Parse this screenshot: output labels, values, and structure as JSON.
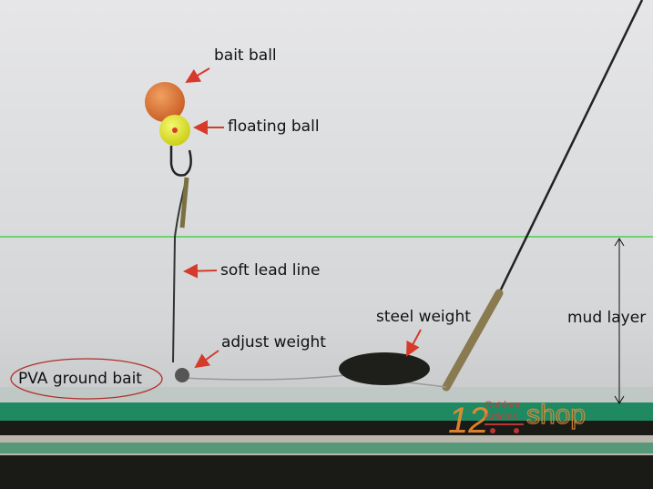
{
  "labels": {
    "bait_ball": "bait ball",
    "floating_ball": "floating ball",
    "soft_lead_line": "soft lead line",
    "adjust_weight": "adjust weight",
    "pva_ground_bait": "PVA ground bait",
    "steel_weight": "steel weight",
    "mud_layer": "mud layer"
  },
  "watermark": {
    "number": "12",
    "line1": "Outdoor",
    "line2": "Articles",
    "word": "shop"
  },
  "colors": {
    "arrow": "#d63a2a",
    "mud_line": "#33cc33",
    "bait_ball": "#e0782f",
    "floating_ball": "#e8ec2a",
    "pva_ellipse": "#b0302a"
  }
}
